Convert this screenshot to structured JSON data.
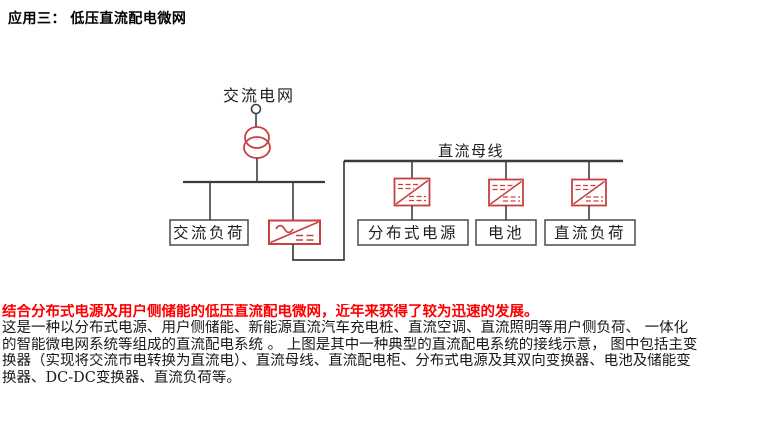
{
  "title": "应用三： 低压直流配电微网",
  "diagram": {
    "ac_grid_label": "交流电网",
    "dc_bus_label": "直流母线",
    "ac_load_label": "交流负荷",
    "distributed_source_label": "分布式电源",
    "battery_label": "电池",
    "dc_load_label": "直流负荷",
    "colors": {
      "converter_red": "#c94040",
      "wire_gray": "#3f3f3f",
      "box_border": "#4a4a4a"
    }
  },
  "body": {
    "highlight": "结合分布式电源及用户侧储能的低压直流配电微网，近年来获得了较为迅速的发展。",
    "highlight_color": "#ff0000",
    "lines": [
      "这是一种以分布式电源、用户侧储能、新能源直流汽车充电桩、直流空调、直流照明等用户侧负荷、 一体化",
      "的智能微电网系统等组成的直流配电系统 。 上图是其中一种典型的直流配电系统的接线示意， 图中包括主变",
      "换器（实现将交流市电转换为直流电）、直流母线、直流配电柜、分布式电源及其双向变换器、电池及储能变",
      "换器、DC-DC变换器、直流负荷等。"
    ]
  }
}
